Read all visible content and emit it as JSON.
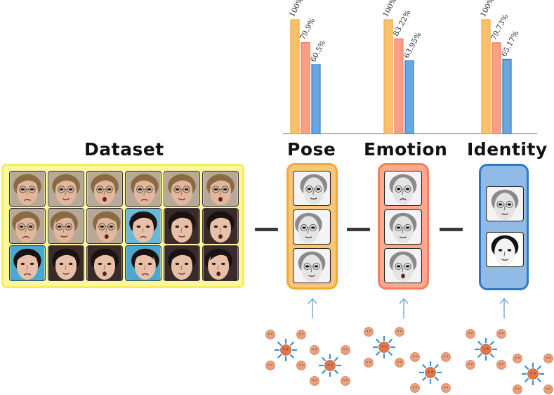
{
  "sections": {
    "dataset": "Dataset",
    "pose": "Pose",
    "emotion": "Emotion",
    "identity": "Identity"
  },
  "chart_data": {
    "type": "bar",
    "groups": [
      {
        "name": "Pose",
        "values": [
          100,
          79.9,
          60.5
        ],
        "labels": [
          "100%",
          "79.9%",
          "60.5%"
        ]
      },
      {
        "name": "Emotion",
        "values": [
          100,
          83.22,
          63.95
        ],
        "labels": [
          "100%",
          "83.22%",
          "63.95%"
        ]
      },
      {
        "name": "Identity",
        "values": [
          100,
          79.73,
          65.17
        ],
        "labels": [
          "100%",
          "79.73%",
          "65.17%"
        ]
      }
    ],
    "series_colors": [
      "#f9c16b",
      "#f99f84",
      "#6aa7e0"
    ],
    "ylim": [
      0,
      100
    ]
  },
  "colors": {
    "dataset_fill": "#fdf7a0",
    "pose": "#f9c776",
    "emotion": "#fba88d",
    "identity": "#8fbbe6"
  }
}
